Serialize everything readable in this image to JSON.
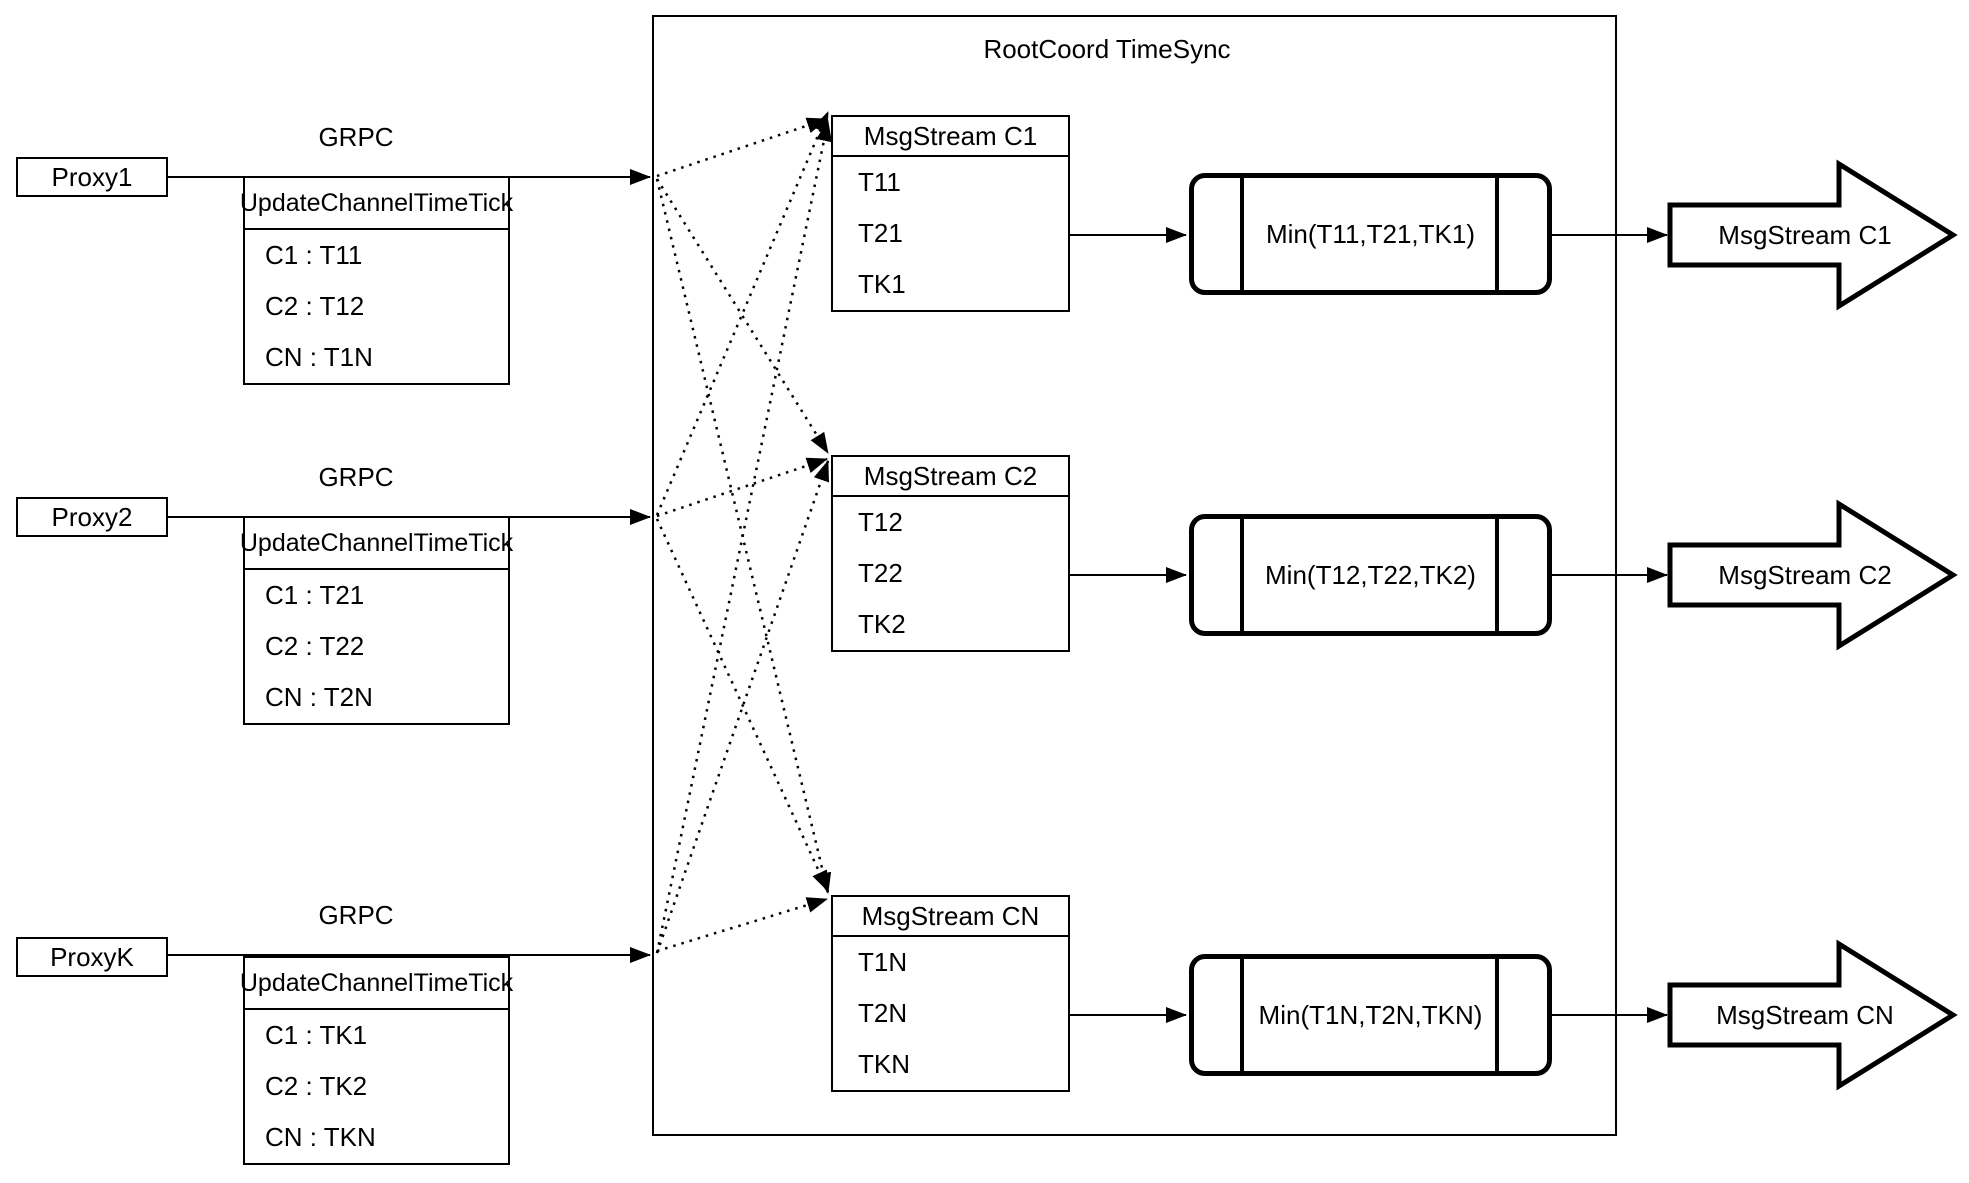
{
  "diagram": {
    "title": "RootCoord TimeSync"
  },
  "colors": {
    "stroke": "#000000",
    "background": "#ffffff"
  },
  "proxies": [
    {
      "name": "Proxy1",
      "protocol_label": "GRPC",
      "message": {
        "header": "UpdateChannelTimeTick",
        "rows": [
          "C1 : T11",
          "C2 : T12",
          "CN : T1N"
        ]
      }
    },
    {
      "name": "Proxy2",
      "protocol_label": "GRPC",
      "message": {
        "header": "UpdateChannelTimeTick",
        "rows": [
          "C1 : T21",
          "C2 : T22",
          "CN : T2N"
        ]
      }
    },
    {
      "name": "ProxyK",
      "protocol_label": "GRPC",
      "message": {
        "header": "UpdateChannelTimeTick",
        "rows": [
          "C1 : TK1",
          "C2 : TK2",
          "CN : TKN"
        ]
      }
    }
  ],
  "streams": [
    {
      "header": "MsgStream C1",
      "ticks": [
        "T11",
        "T21",
        "TK1"
      ],
      "min_label": "Min(T11,T21,TK1)",
      "output_label": "MsgStream C1"
    },
    {
      "header": "MsgStream C2",
      "ticks": [
        "T12",
        "T22",
        "TK2"
      ],
      "min_label": "Min(T12,T22,TK2)",
      "output_label": "MsgStream C2"
    },
    {
      "header": "MsgStream CN",
      "ticks": [
        "T1N",
        "T2N",
        "TKN"
      ],
      "min_label": "Min(T1N,T2N,TKN)",
      "output_label": "MsgStream CN"
    }
  ]
}
